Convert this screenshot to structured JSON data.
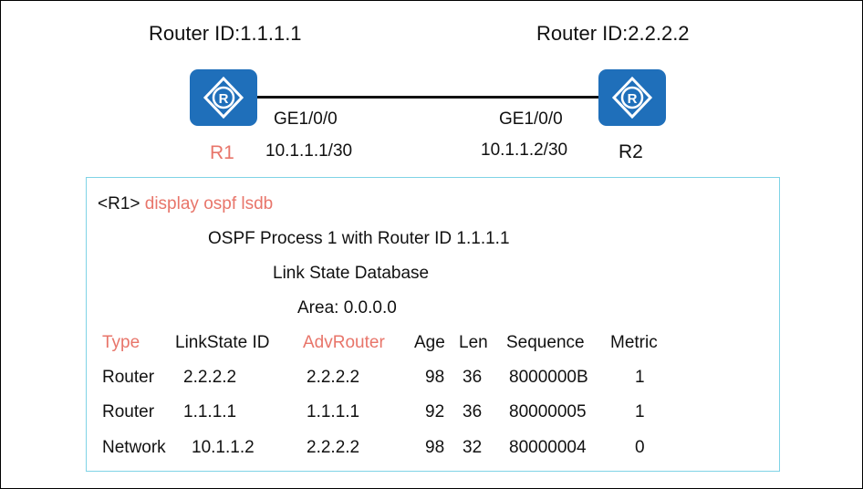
{
  "routers": {
    "r1": {
      "router_id_text": "Router ID:1.1.1.1",
      "name": "R1",
      "interface": "GE1/0/0",
      "ip": "10.1.1.1/30"
    },
    "r2": {
      "router_id_text": "Router ID:2.2.2.2",
      "name": "R2",
      "interface": "GE1/0/0",
      "ip": "10.1.1.2/30"
    }
  },
  "terminal": {
    "prompt": "<R1>",
    "command": "display ospf lsdb",
    "process_line": "OSPF Process 1 with Router ID 1.1.1.1",
    "db_title": "Link State Database",
    "area_line": "Area: 0.0.0.0",
    "columns": [
      "Type",
      "LinkState ID",
      "AdvRouter",
      "Age",
      "Len",
      "Sequence",
      "Metric"
    ],
    "rows": [
      [
        "Router",
        "2.2.2.2",
        "2.2.2.2",
        "98",
        "36",
        "8000000B",
        "1"
      ],
      [
        "Router",
        "1.1.1.1",
        "1.1.1.1",
        "92",
        "36",
        "80000005",
        "1"
      ],
      [
        "Network",
        "10.1.1.2",
        "2.2.2.2",
        "98",
        "32",
        "80000004",
        "0"
      ]
    ]
  },
  "colors": {
    "router_icon": "#1f6fba",
    "highlight": "#e8756a",
    "terminal_border": "#7fd3e6"
  },
  "icons": {
    "router": "router-icon"
  }
}
